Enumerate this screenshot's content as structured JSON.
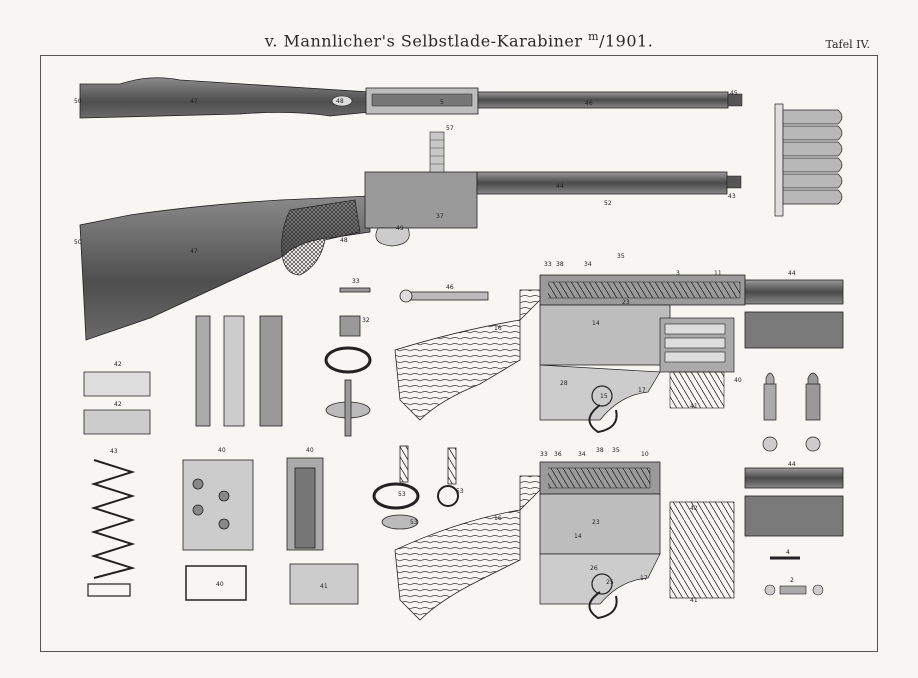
{
  "header": {
    "title_main": "v. Mannlicher's Selbstlade-Karabiner",
    "title_model_sup": "m",
    "title_model_year": "/1901.",
    "plate": "Tafel IV."
  },
  "part_numbers": {
    "top_rifle": [
      "50",
      "47",
      "48",
      "5",
      "46",
      "45"
    ],
    "second_rifle": [
      "57",
      "44",
      "43",
      "37",
      "49",
      "50",
      "47",
      "48",
      "52"
    ],
    "accessories": [
      "33",
      "32",
      "46",
      "42",
      "42",
      "43",
      "40",
      "40",
      "40",
      "41",
      "53",
      "53",
      "53"
    ],
    "action_upper": [
      "33",
      "38",
      "34",
      "35",
      "3",
      "11",
      "44",
      "23",
      "16",
      "14",
      "28",
      "15",
      "17",
      "41",
      "40"
    ],
    "action_lower": [
      "33",
      "36",
      "34",
      "38",
      "35",
      "10",
      "44",
      "42",
      "23",
      "16",
      "14",
      "26",
      "25",
      "17",
      "41",
      "4",
      "2"
    ]
  },
  "colors": {
    "paper": "#f8f6f2",
    "ink": "#222222",
    "metal_dark": "#3a3a3a",
    "metal_mid": "#7a7a7a",
    "wood": "#6a6a6a"
  }
}
